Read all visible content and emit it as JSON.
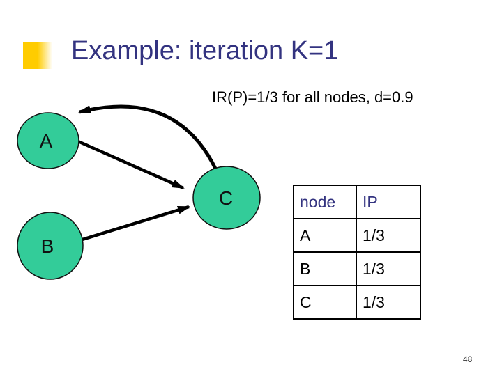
{
  "slide": {
    "title": "Example: iteration K=1",
    "subtitle": "IR(P)=1/3 for all nodes, d=0.9",
    "page_number": "48"
  },
  "graph": {
    "node_fill": "#33CC99",
    "nodes": [
      {
        "label": "A"
      },
      {
        "label": "B"
      },
      {
        "label": "C"
      }
    ],
    "edges": [
      {
        "from": "A",
        "to": "C",
        "style": "straight"
      },
      {
        "from": "B",
        "to": "C",
        "style": "straight"
      },
      {
        "from": "C",
        "to": "A",
        "style": "curved"
      }
    ]
  },
  "table": {
    "headers": [
      "node",
      "IP"
    ],
    "rows": [
      [
        "A",
        "1/3"
      ],
      [
        "B",
        "1/3"
      ],
      [
        "C",
        "1/3"
      ]
    ]
  },
  "colors": {
    "title_text": "#333380",
    "bullet_gold": "#FFCC00",
    "node_fill": "#33CC99",
    "edge_black": "#000000"
  }
}
